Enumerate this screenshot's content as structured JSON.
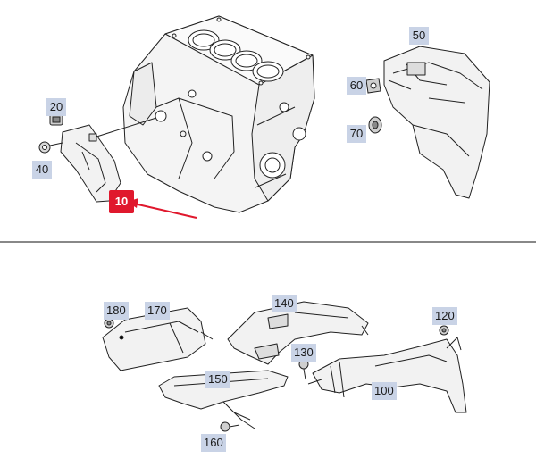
{
  "callouts": {
    "c10": "10",
    "c20": "20",
    "c40": "40",
    "c50": "50",
    "c60": "60",
    "c70": "70",
    "c100": "100",
    "c120": "120",
    "c130": "130",
    "c140": "140",
    "c150": "150",
    "c160": "160",
    "c170": "170",
    "c180": "180"
  },
  "colors": {
    "highlight": "#e0182d",
    "callout_bg": "#c9d3e6",
    "line": "#222222",
    "part_fill": "#f2f2f2"
  }
}
